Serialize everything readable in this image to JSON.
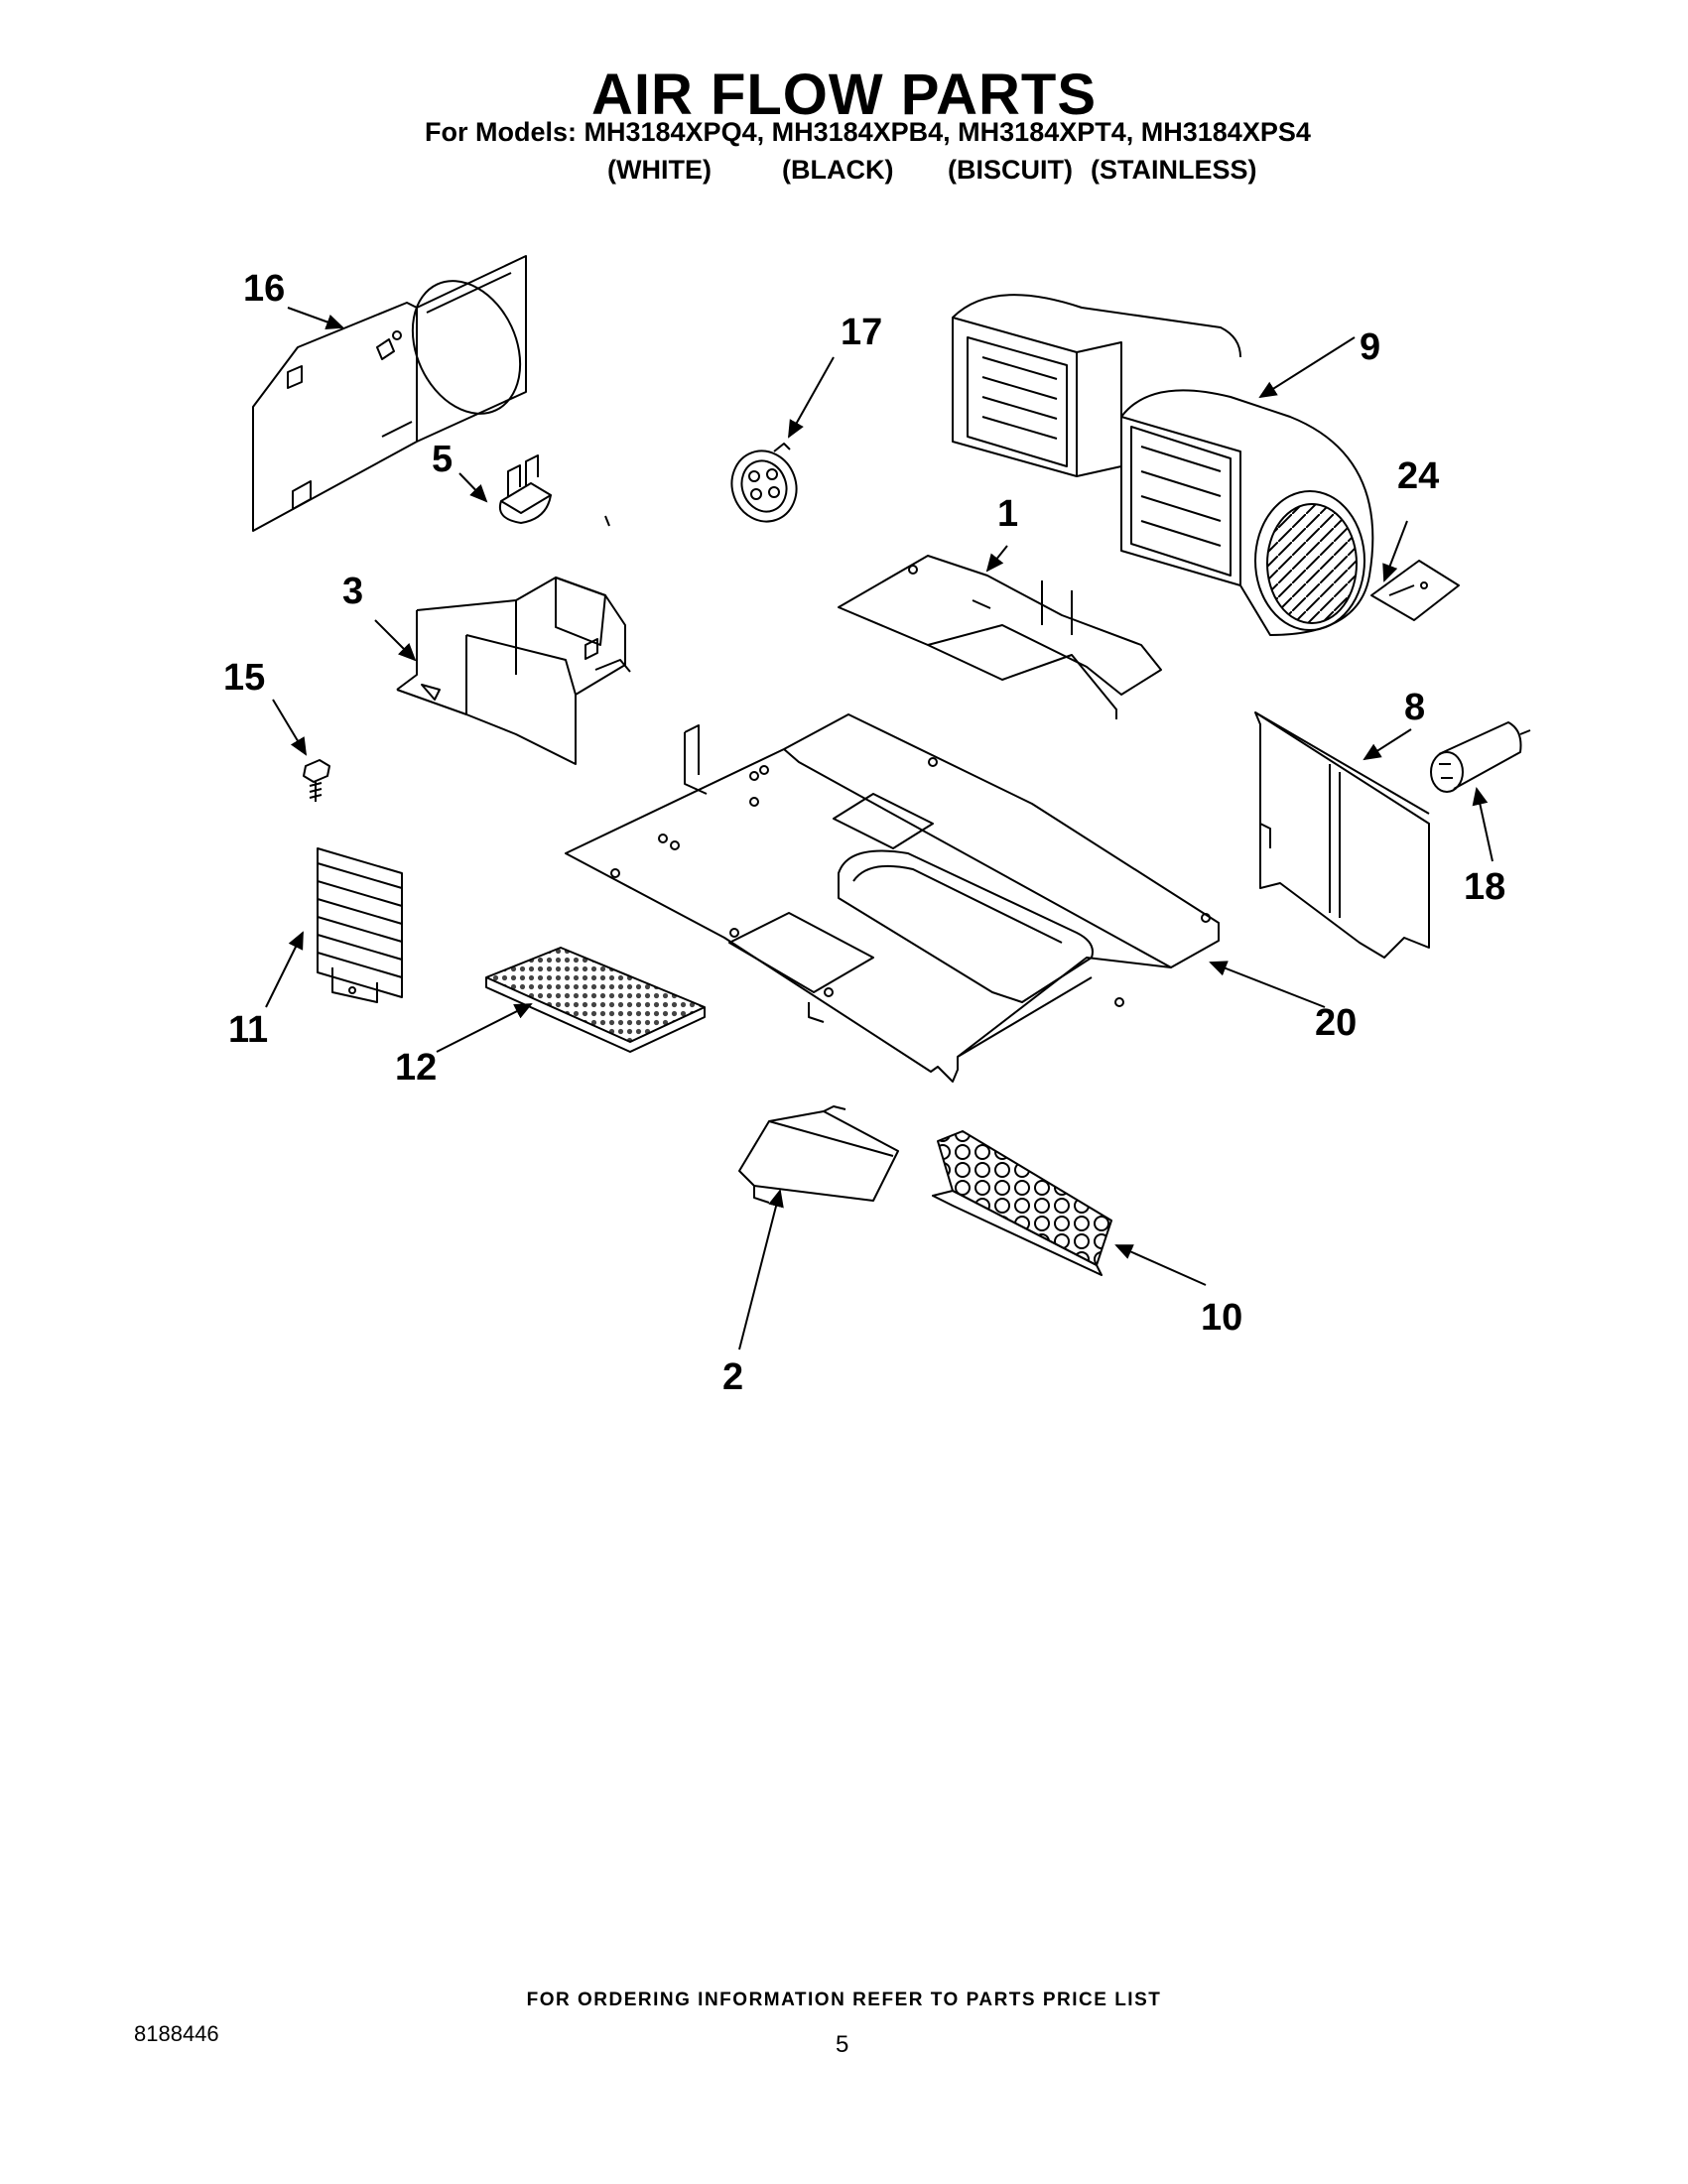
{
  "title": "AIR FLOW PARTS",
  "models": "For Models: MH3184XPQ4, MH3184XPB4, MH3184XPT4, MH3184XPS4",
  "colors": [
    "(WHITE)",
    "(BLACK)",
    "(BISCUIT)",
    "(STAINLESS)"
  ],
  "callouts": {
    "c16": "16",
    "c17": "17",
    "c9": "9",
    "c5": "5",
    "c24": "24",
    "c1": "1",
    "c3": "3",
    "c15": "15",
    "c8": "8",
    "c18": "18",
    "c11": "11",
    "c12": "12",
    "c20": "20",
    "c10": "10",
    "c2": "2"
  },
  "footer": "FOR ORDERING INFORMATION REFER TO PARTS PRICE LIST",
  "doc_number": "8188446",
  "page_number": "5"
}
